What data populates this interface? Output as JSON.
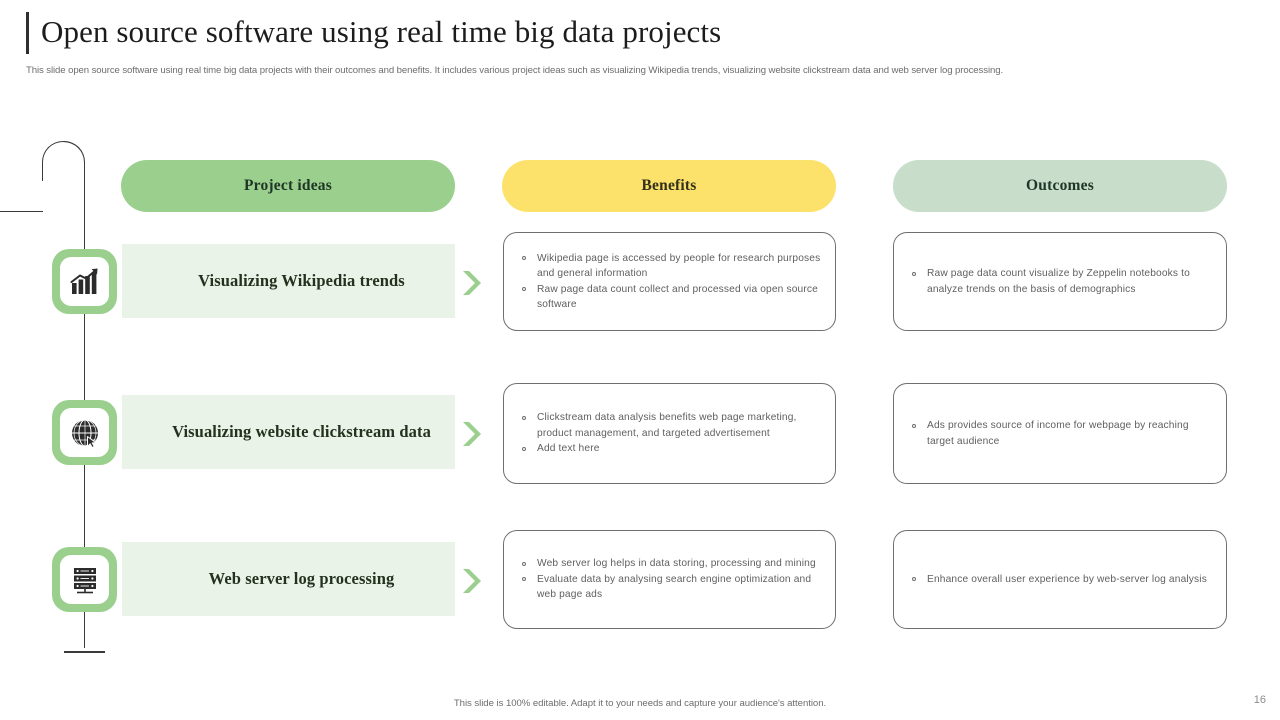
{
  "header": {
    "title": "Open source software using real time big data projects",
    "subtitle": "This slide open source software using real time big data projects with their outcomes and benefits. It includes various project ideas such as visualizing Wikipedia trends, visualizing website clickstream data and web server log processing."
  },
  "columns": {
    "ideas_label": "Project ideas",
    "benefits_label": "Benefits",
    "outcomes_label": "Outcomes"
  },
  "colors": {
    "ideas_pill": "#9ACF8E",
    "benefits_pill": "#FCE26A",
    "outcomes_pill": "#C8DDCA",
    "label_strip": "#EAF3E8",
    "icon_frame": "#9ACF8E",
    "chevron": "#9ACF8E",
    "card_border": "#6F6F6F",
    "body_text": "#5F5F5F"
  },
  "rows": [
    {
      "icon": "bar-chart-trend-icon",
      "label": "Visualizing Wikipedia trends",
      "benefits": [
        "Wikipedia page is accessed by people for research purposes and general information",
        "Raw page data count collect and processed via open source software"
      ],
      "outcomes": [
        "Raw page data count visualize by  Zeppelin notebooks to analyze trends on the basis of demographics"
      ]
    },
    {
      "icon": "globe-cursor-icon",
      "label": "Visualizing website clickstream data",
      "benefits": [
        "Clickstream data analysis benefits web page marketing, product management,  and targeted advertisement",
        "Add text here"
      ],
      "outcomes": [
        "Ads  provides  source of income for webpage  by reaching target audience"
      ]
    },
    {
      "icon": "server-rack-icon",
      "label": "Web server log processing",
      "benefits": [
        "Web server  log helps in data storing, processing and mining",
        "Evaluate  data by analysing search engine optimization and web page ads"
      ],
      "outcomes": [
        "Enhance overall  user experience  by web-server log analysis"
      ]
    }
  ],
  "footer": {
    "note": "This slide is 100% editable. Adapt it to your needs and capture your audience's attention.",
    "page_number": "16"
  }
}
